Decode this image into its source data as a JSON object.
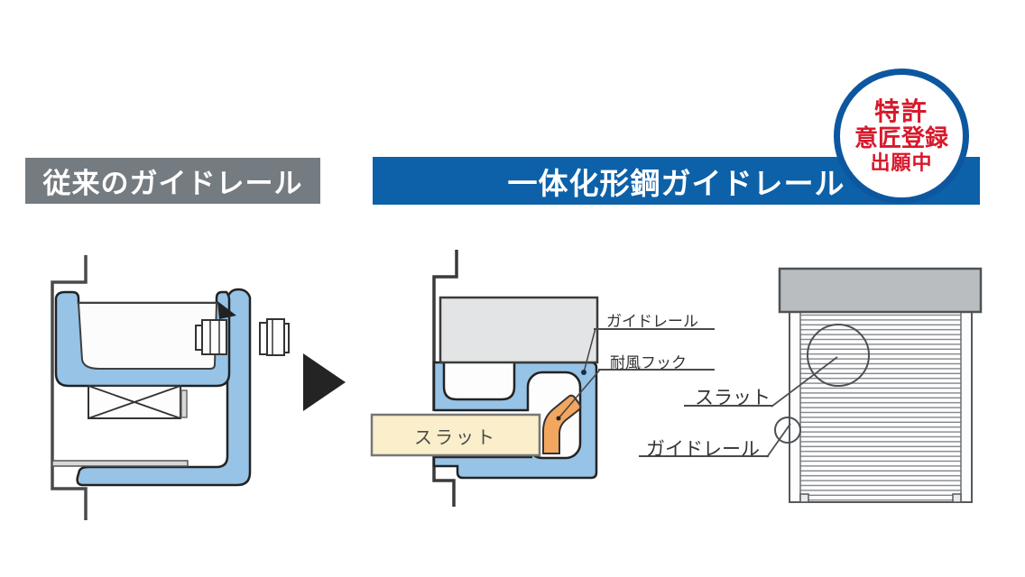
{
  "page": {
    "background": "#ffffff"
  },
  "badge": {
    "lines": [
      "特許",
      "意匠登録",
      "出願中"
    ],
    "ring_color": "#0d57a0",
    "text_color": "#d7192b"
  },
  "headers": {
    "conventional": {
      "label": "従来のガイドレール",
      "bg_color": "#747b81",
      "text_color": "#ffffff"
    },
    "integrated": {
      "label": "一体化形鋼ガイドレール",
      "bg_color": "#0d61a8",
      "text_color": "#ffffff"
    }
  },
  "integrated_diagram": {
    "guide_rail_label": "ガイドレール",
    "wind_hook_label": "耐風フック",
    "slat_label": "スラット",
    "colors": {
      "rail_blue": "#96c3e6",
      "slat_cream": "#faeecb",
      "hook_orange": "#f2a660",
      "wall_plate_gray": "#e2e4e5"
    }
  },
  "conventional_diagram": {
    "colors": {
      "rail_blue": "#96c3e6",
      "bracket_gray": "#4a4a4a"
    }
  },
  "shutter_diagram": {
    "slat_label": "スラット",
    "guide_rail_label": "ガイドレール",
    "colors": {
      "case_gray": "#b9bdc0",
      "slat_line_gray": "#7b7f82"
    }
  }
}
